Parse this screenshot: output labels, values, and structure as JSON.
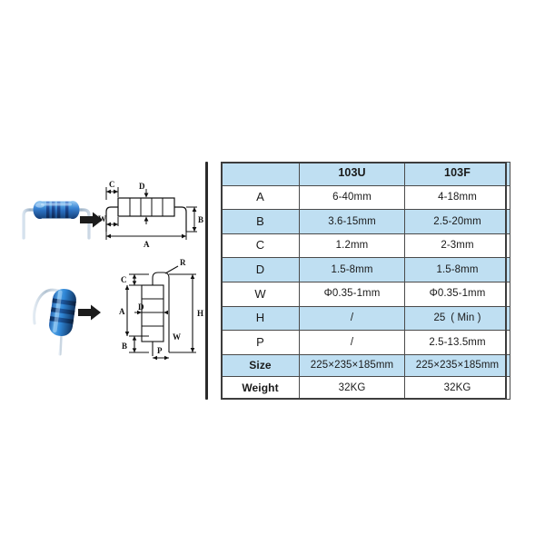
{
  "page": {
    "background": "#ffffff",
    "accent_blue": "#bfdff2",
    "border_color": "#4a4a4a"
  },
  "illustrations": {
    "axial": {
      "photo_name": "axial-resistor-photo",
      "arrow_name": "arrow-right",
      "diagram_name": "axial-dimension-diagram",
      "labels": [
        "C",
        "D",
        "W",
        "B",
        "A"
      ]
    },
    "radial": {
      "photo_name": "radial-resistor-photo",
      "arrow_name": "arrow-right",
      "diagram_name": "radial-dimension-diagram",
      "labels": [
        "R",
        "C",
        "A",
        "D",
        "H",
        "B",
        "P",
        "W"
      ]
    }
  },
  "table": {
    "columns": [
      "",
      "103U",
      "103F"
    ],
    "rows": [
      {
        "label": "A",
        "u": "6-40mm",
        "f": "4-18mm"
      },
      {
        "label": "B",
        "u": "3.6-15mm",
        "f": "2.5-20mm"
      },
      {
        "label": "C",
        "u": "1.2mm",
        "f": "2-3mm"
      },
      {
        "label": "D",
        "u": "1.5-8mm",
        "f": "1.5-8mm"
      },
      {
        "label": "W",
        "u": "Φ0.35-1mm",
        "f": "Φ0.35-1mm"
      },
      {
        "label": "H",
        "u": "/",
        "f": "25 ( Min )"
      },
      {
        "label": "P",
        "u": "/",
        "f": "2.5-13.5mm"
      },
      {
        "label": "Size",
        "u": "225×235×185mm",
        "f": "225×235×185mm"
      },
      {
        "label": "Weight",
        "u": "32KG",
        "f": "32KG"
      }
    ]
  }
}
